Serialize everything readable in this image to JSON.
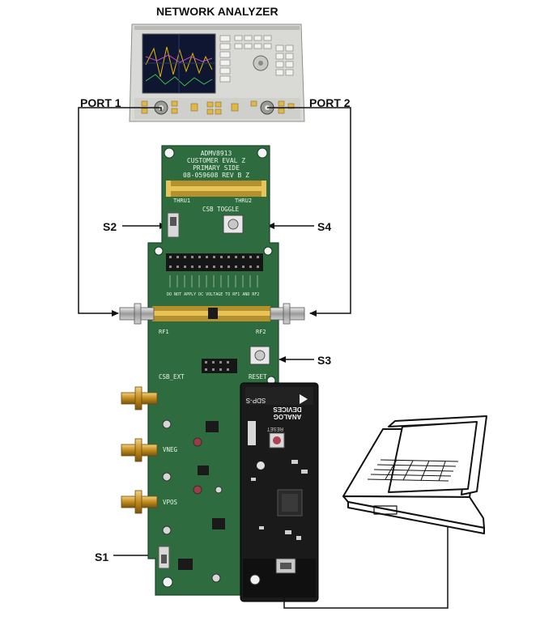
{
  "title": "NETWORK ANALYZER",
  "labels": {
    "port1": "PORT 1",
    "port2": "PORT 2",
    "s1": "S1",
    "s2": "S2",
    "s3": "S3",
    "s4": "S4"
  },
  "board": {
    "header_lines": [
      "ADMV8913",
      "CUSTOMER EVAL Z",
      "PRIMARY SIDE",
      "08-059608 REV B Z"
    ],
    "thru1": "THRU1",
    "thru2": "THRU2",
    "csb_toggle": "CSB TOGGLE",
    "reset": "RESET",
    "csb_ext": "CSB_EXT",
    "vneg": "VNEG",
    "vpos": "VPOS",
    "rf1": "RF1",
    "rf2": "RF2",
    "warning": "DO NOT APPLY DC VOLTAGE TO RF1 AND RF2"
  },
  "sdp": {
    "brand_line1": "ANALOG",
    "brand_line2": "DEVICES",
    "model": "SDP-S",
    "reset": "RESET"
  },
  "colors": {
    "pcb": "#2e6b3f",
    "trace": "#c9a227",
    "sdp_board": "#1a1a1a",
    "analyzer_body": "#d9d9d6",
    "cable": "#111111"
  }
}
